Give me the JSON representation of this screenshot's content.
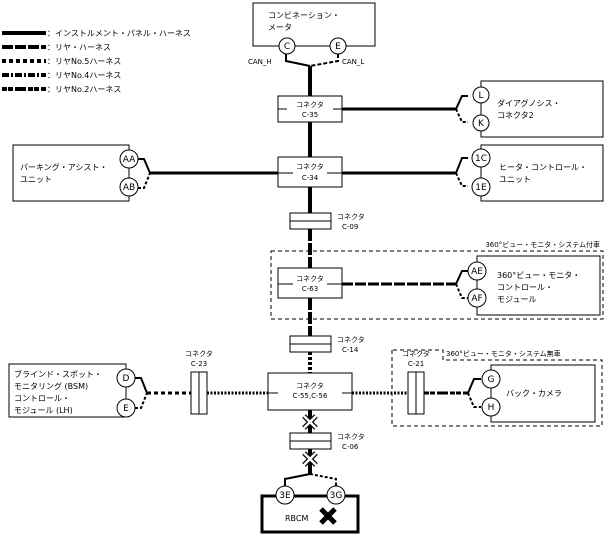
{
  "legend": [
    {
      "style": "solid",
      "label": "：インストルメント・パネル・ハーネス"
    },
    {
      "style": "dash",
      "label": "：リヤ・ハーネス"
    },
    {
      "style": "dot",
      "label": "：リヤNo.5ハーネス"
    },
    {
      "style": "dashdot",
      "label": "：リヤNo.4ハーネス"
    },
    {
      "style": "dashdotdot",
      "label": "：リヤNo.2ハーネス"
    }
  ],
  "components": {
    "meter": {
      "line1": "コンビネーション・",
      "line2": "メータ",
      "pin_a": "C",
      "pin_b": "E",
      "sig_a": "CAN_H",
      "sig_b": "CAN_L"
    },
    "diag": {
      "line1": "ダイアグノシス・",
      "line2": "コネクタ2",
      "pin_a": "L",
      "pin_b": "K"
    },
    "parking": {
      "line1": "パーキング・アシスト・",
      "line2": "ユニット",
      "pin_a": "AA",
      "pin_b": "AB"
    },
    "heater": {
      "line1": "ヒータ・コントロール・",
      "line2": "ユニット",
      "pin_a": "1C",
      "pin_b": "1E"
    },
    "avm": {
      "line1": "360°ビュー・モニタ・",
      "line2": "コントロール・",
      "line3": "モジュール",
      "pin_a": "AE",
      "pin_b": "AF"
    },
    "bsm": {
      "line1": "ブラインド・スポット・",
      "line2": "モニタリング (BSM)",
      "line3": "コントロール・",
      "line4": "モジュール (LH)",
      "pin_a": "D",
      "pin_b": "E"
    },
    "camera": {
      "line1": "バック・カメラ",
      "pin_a": "G",
      "pin_b": "H"
    },
    "rbcm": {
      "label": "RBCM",
      "pin_a": "3E",
      "pin_b": "3G"
    }
  },
  "connectors": {
    "c35": {
      "title": "コネクタ",
      "id": "C-35"
    },
    "c34": {
      "title": "コネクタ",
      "id": "C-34"
    },
    "c09": {
      "title": "コネクタ",
      "id": "C-09"
    },
    "c63": {
      "title": "コネクタ",
      "id": "C-63"
    },
    "c14": {
      "title": "コネクタ",
      "id": "C-14"
    },
    "c55": {
      "title": "コネクタ",
      "id": "C-55,C-56"
    },
    "c23": {
      "title": "コネクタ",
      "id": "C-23"
    },
    "c21": {
      "title": "コネクタ",
      "id": "C-21"
    },
    "c06": {
      "title": "コネクタ",
      "id": "C-06"
    }
  },
  "regions": {
    "avm_equipped": "360°ビュー・モニタ・システム付車",
    "avm_not_equipped": "360°ビュー・モニタ・システム無車"
  }
}
